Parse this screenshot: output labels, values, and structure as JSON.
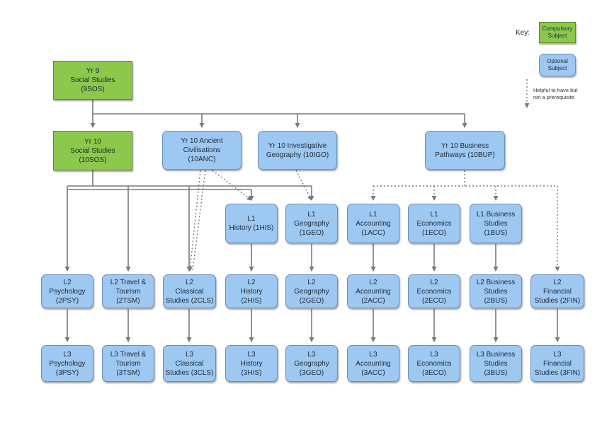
{
  "key": {
    "label": "Key:",
    "compulsory": "Compulsory\nSubject",
    "optional": "Optional\nSubject",
    "dotted": "Helpful to have but\nnot a prerequisite"
  },
  "colors": {
    "compulsory": "#8cc84b",
    "optional": "#9dc8f2",
    "line": "#7a7a7a"
  },
  "nodes": {
    "yr9_sos": "Yr 9\nSocial  Studies\n(9SOS)",
    "yr10_sos": "Yr 10\nSocial Studies\n(10SOS)",
    "yr10_anc": "Yr 10 Ancient\nCivilisations\n(10ANC)",
    "yr10_igo": "Yr 10 Investigative\nGeography (10IGO)",
    "yr10_bup": "Yr 10 Business\nPathways (10BUP)",
    "l1_his": "L1\nHistory (1HIS)",
    "l1_geo": "L1\nGeography\n(1GEO)",
    "l1_acc": "L1\nAccounting\n(1ACC)",
    "l1_eco": "L1\nEconomics\n(1ECO)",
    "l1_bus": "L1 Business\nStudies\n(1BUS)",
    "l2_psy": "L2\nPsychology\n(2PSY)",
    "l2_tsm": "L2 Travel &\nTourism\n(2TSM)",
    "l2_cls": "L2\nClassical\nStudies (2CLS)",
    "l2_his": "L2\nHistory\n(2HIS)",
    "l2_geo": "L2\nGeography\n(2GEO)",
    "l2_acc": "L2\nAccounting\n(2ACC)",
    "l2_eco": "L2\nEconomics\n(2ECO)",
    "l2_bus": "L2 Business\nStudies\n(2BUS)",
    "l2_fin": "L2\nFinancial\nStudies (2FIN)",
    "l3_psy": "L3\nPsychology\n(3PSY)",
    "l3_tsm": "L3 Travel &\nTourism\n(3TSM)",
    "l3_cls": "L3\nClassical\nStudies (3CLS)",
    "l3_his": "L3\nHistory\n(3HIS)",
    "l3_geo": "L3\nGeography\n(3GEO)",
    "l3_acc": "L3\nAccounting\n(3ACC)",
    "l3_eco": "L3\nEconomics\n(3ECO)",
    "l3_bus": "L3 Business\nStudies\n(3BUS)",
    "l3_fin": "L3\nFinancial\nStudies (3FIN)"
  }
}
